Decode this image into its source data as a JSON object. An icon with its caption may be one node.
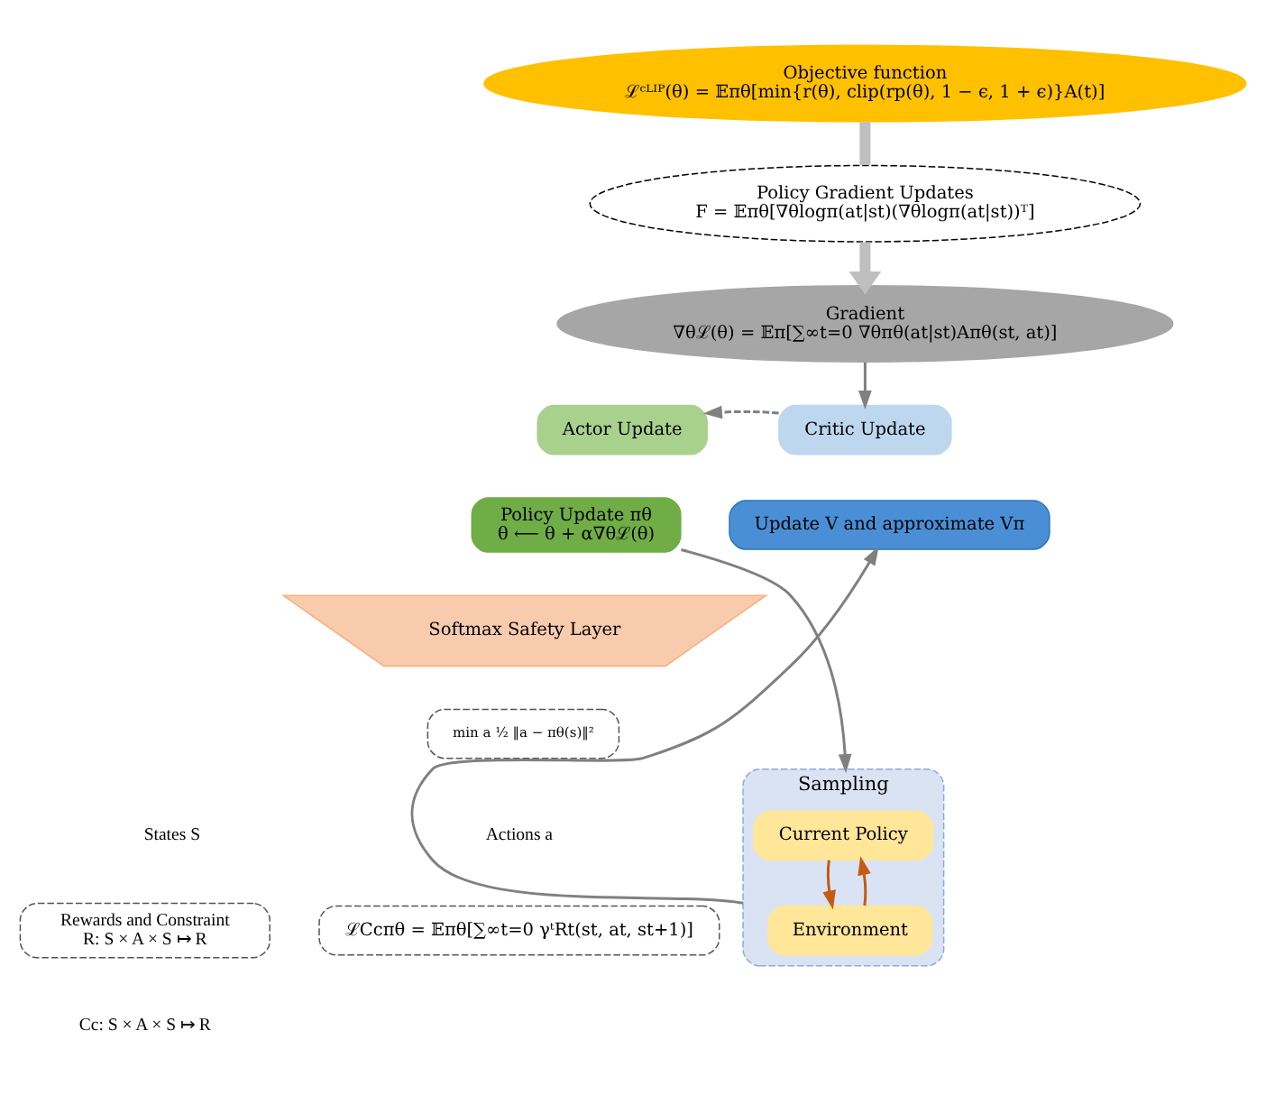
{
  "diagram": {
    "nodes": [
      {
        "text": [
          "Objective function",
          "ℒᶜᴸᴵᴾ(θ) = 𝔼πθ[min{r(θ), clip(rp(θ), 1 − ϵ, 1 + ϵ)}A(t)]"
        ]
      },
      {
        "text": [
          "Policy Gradient Updates",
          "F = 𝔼πθ[∇θlogπ(at|st)(∇θlogπ(at|st))ᵀ]"
        ]
      },
      {
        "text": [
          "Gradient",
          "∇θℒ(θ) = 𝔼π[∑∞t=0 ∇θπθ(at|st)Aπθ(st, at)]"
        ]
      },
      {
        "text": [
          "Actor Update"
        ]
      },
      {
        "text": [
          "Policy Update πθ",
          "θ ⟵ θ + α∇θℒ(θ)"
        ]
      },
      {
        "text": [
          "Softmax Safety Layer"
        ]
      },
      {
        "text": [
          "min a ½ ‖a − πθ(s)‖²"
        ]
      },
      {
        "text": [
          "Critic Update"
        ]
      },
      {
        "text": [
          "Update V and approximate Vπ"
        ]
      },
      {
        "text": [
          "Sampling"
        ]
      },
      {
        "text": [
          "Current Policy"
        ],
        "in": 9
      },
      {
        "text": [
          "Environment"
        ],
        "in": 9
      },
      {
        "text": [
          "Rewards and Constraint",
          "R: S × A × S ↦ R"
        ]
      },
      {
        "text": [
          "ℒCcπθ = 𝔼πθ[∑∞t=0 γᵗRt(st, at, st+1)]"
        ]
      }
    ],
    "edges": [
      {
        "from": 0,
        "to": 1,
        "arrow": "none",
        "style": "thick",
        "color": "#bfbfbf"
      },
      {
        "from": 1,
        "to": 2,
        "arrow": "to",
        "style": "thick",
        "color": "#bfbfbf"
      },
      {
        "from": 2,
        "to": 7,
        "arrow": "to"
      },
      {
        "from": 7,
        "to": 3,
        "arrow": "to",
        "style": "dashed"
      },
      {
        "from": 4,
        "to": 9,
        "arrow": "to"
      },
      {
        "from": 9,
        "to": 8,
        "arrow": "to"
      },
      {
        "from": 11,
        "to": 10,
        "arrow": "to",
        "color": "#c55a11"
      },
      {
        "from": 10,
        "to": 11,
        "arrow": "to",
        "color": "#c55a11"
      }
    ],
    "labels": [
      "States S",
      "Actions a",
      "Cc: S × A × S ↦ R"
    ]
  }
}
